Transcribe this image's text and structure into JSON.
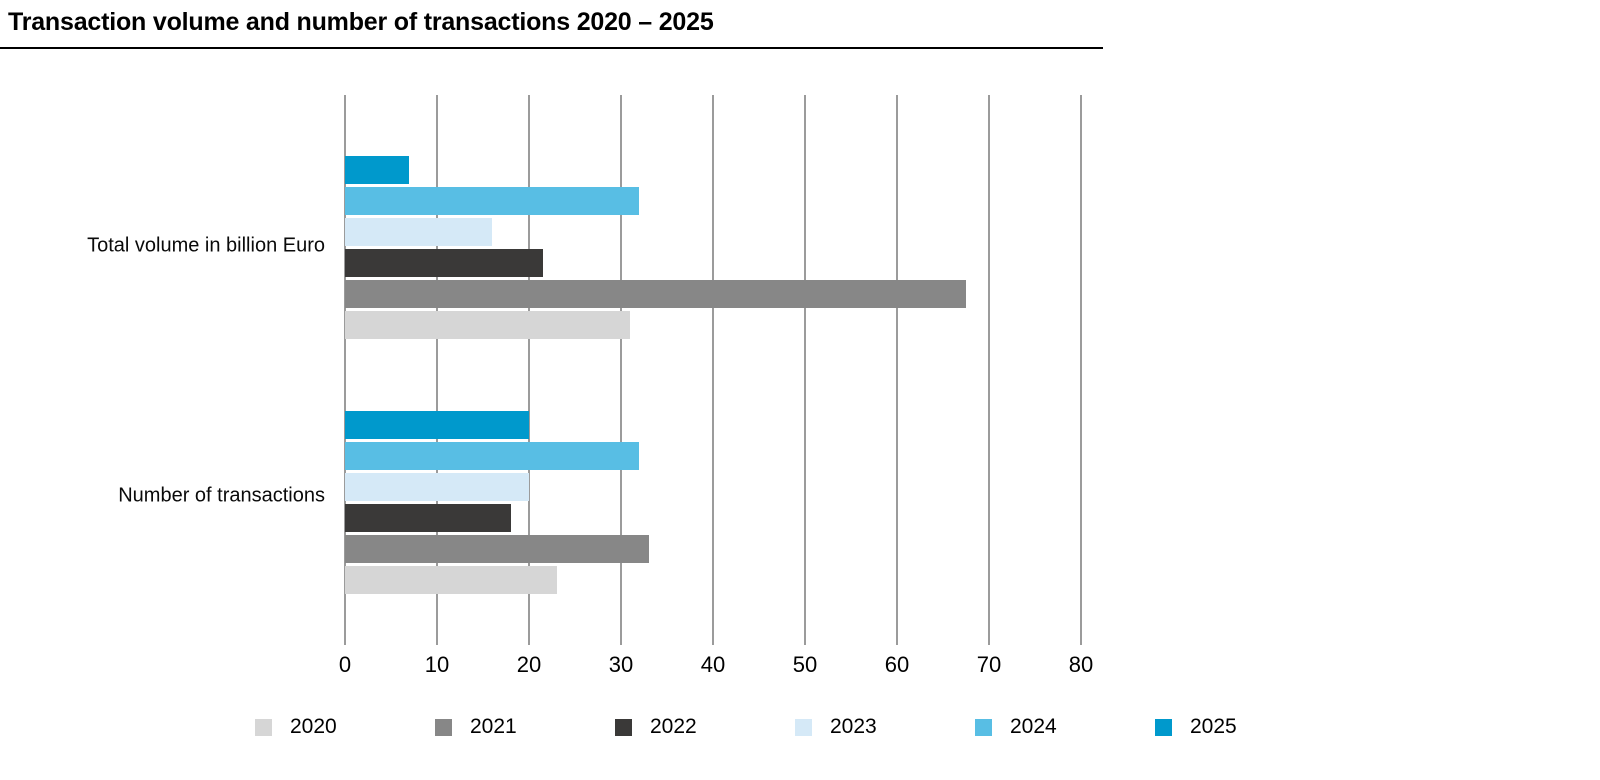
{
  "title": "Transaction volume and number of transactions 2020 – 2025",
  "chart_data": {
    "type": "bar",
    "orientation": "horizontal",
    "title": "Transaction volume and number of transactions 2020 – 2025",
    "categories": [
      "Total volume in billion Euro",
      "Number of transactions"
    ],
    "series": [
      {
        "name": "2020",
        "color": "#d6d6d6",
        "values": [
          31,
          23
        ]
      },
      {
        "name": "2021",
        "color": "#878787",
        "values": [
          67.5,
          33
        ]
      },
      {
        "name": "2022",
        "color": "#3a3938",
        "values": [
          21.5,
          18
        ]
      },
      {
        "name": "2023",
        "color": "#d5e9f7",
        "values": [
          16,
          20
        ]
      },
      {
        "name": "2024",
        "color": "#58bee4",
        "values": [
          32,
          32
        ]
      },
      {
        "name": "2025",
        "color": "#0099cc",
        "values": [
          7,
          20
        ]
      }
    ],
    "bar_order_top_to_bottom": [
      "2025",
      "2024",
      "2023",
      "2022",
      "2021",
      "2020"
    ],
    "xlim": [
      0,
      80
    ],
    "xticks": [
      0,
      10,
      20,
      30,
      40,
      50,
      60,
      70,
      80
    ],
    "grid": "vertical",
    "gridline_color": "#9b9b9b",
    "legend_position": "bottom",
    "xlabel": "",
    "ylabel": ""
  }
}
